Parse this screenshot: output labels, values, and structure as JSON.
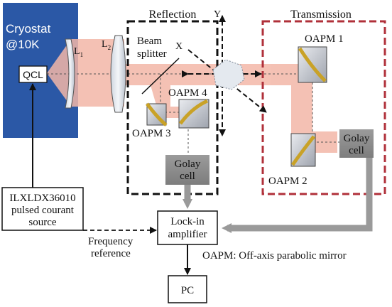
{
  "cryostat": {
    "line1": "Cryostat",
    "line2": "@10K",
    "fill": "#2b58a6"
  },
  "qcl": {
    "label": "QCL"
  },
  "lens1": {
    "base": "L",
    "sub": "1"
  },
  "lens2": {
    "base": "L",
    "sub": "2"
  },
  "sections": {
    "reflection": "Reflection",
    "transmission": "Transmission"
  },
  "axes": {
    "x": "X",
    "y": "Y"
  },
  "beam_splitter": {
    "line1": "Beam",
    "line2": "splitter"
  },
  "mirrors": {
    "oapm1": "OAPM 1",
    "oapm2": "OAPM 2",
    "oapm3": "OAPM 3",
    "oapm4": "OAPM 4"
  },
  "golay_reflection": {
    "line1": "Golay",
    "line2": "cell"
  },
  "golay_transmission": {
    "line1": "Golay",
    "line2": "cell"
  },
  "source": {
    "line1": "ILXLDX36010",
    "line2": "pulsed courant",
    "line3": "source"
  },
  "lockin": {
    "line1": "Lock-in",
    "line2": "amplifier"
  },
  "frequency": {
    "line1": "Frequency",
    "line2": "reference"
  },
  "pc": {
    "label": "PC"
  },
  "legend_note": "OAPM: Off-axis parabolic mirror",
  "colors": {
    "beam": "#f3b7a8",
    "reflection_frame": "#111111",
    "transmission_frame": "#b0303a",
    "golay": "#8e8e8e",
    "mirror_gold": "#c9a227",
    "signal_arrow": "#9a9a9a"
  }
}
